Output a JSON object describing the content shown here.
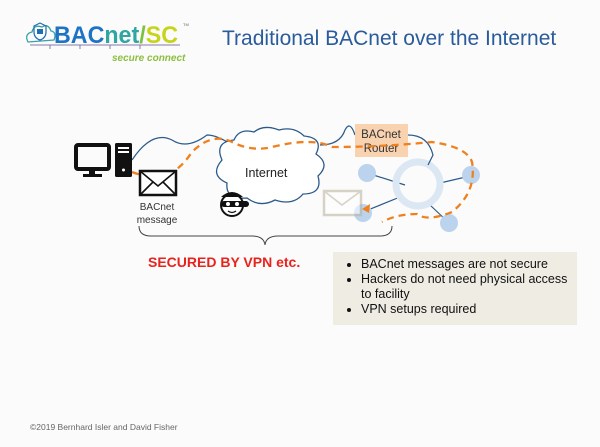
{
  "logo": {
    "text": "BACnet/SC",
    "tagline": "secure connect"
  },
  "title": "Traditional BACnet over the Internet",
  "diagram": {
    "cloud_label": "Internet",
    "router_label": [
      "BACnet",
      "Router"
    ],
    "message_label": [
      "BACnet",
      "message"
    ],
    "colors": {
      "path": "#f0801e",
      "link": "#2b5a8a",
      "router": "#f9d2b0",
      "node": "#bcd3ee"
    }
  },
  "secured_label": "SECURED BY VPN etc.",
  "bullets": [
    "BACnet messages are not secure",
    "Hackers do not need physical access to facility",
    "VPN setups required"
  ],
  "footer": "©2019 Bernhard Isler and David Fisher"
}
